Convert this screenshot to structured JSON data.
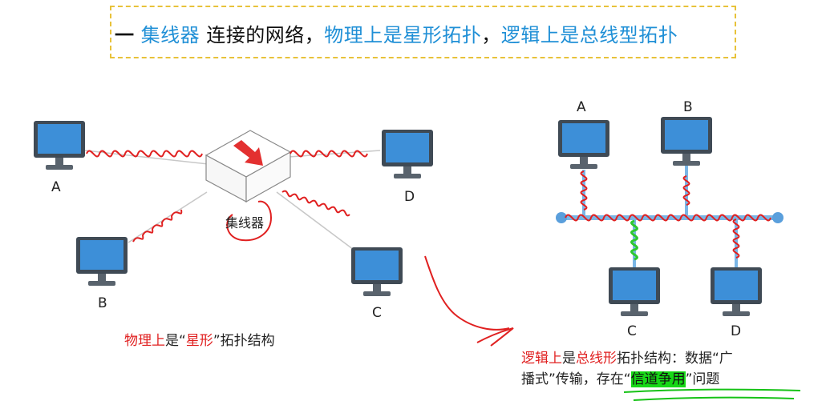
{
  "title": {
    "dash": "一",
    "part1": "集线器",
    "part2": " 连接的网络，",
    "part3": "物理上是星形拓扑",
    "part4": "，",
    "part5": "逻辑上是总线型拓扑"
  },
  "left": {
    "hub_label": "集线器",
    "computers": [
      "A",
      "B",
      "C",
      "D"
    ],
    "caption": {
      "p1": "物理上",
      "p2": "是“",
      "p3": "星形",
      "p4": "”拓扑结构"
    }
  },
  "right": {
    "computers": [
      "A",
      "B",
      "C",
      "D"
    ],
    "caption": {
      "p1": "逻辑上",
      "p2": "是",
      "p3": "总线形",
      "p4": "拓扑结构：数据“广",
      "p5": "播式”传输，存在“",
      "p6": "信道争用",
      "p7": "”问题"
    }
  },
  "colors": {
    "title_blue": "#1f8fd6",
    "annotation_red": "#e02020",
    "highlight_green": "#16d816",
    "bus_blue": "#7ab6e6",
    "screen_blue": "#3d8fd8",
    "box_border": "#e8c23a"
  }
}
